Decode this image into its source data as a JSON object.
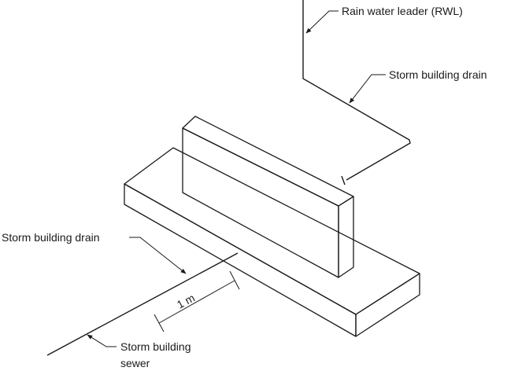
{
  "labels": {
    "rwl": "Rain water leader (RWL)",
    "storm_drain_upper": "Storm building drain",
    "storm_drain_lower": "Storm building drain",
    "sewer_line1": "Storm building",
    "sewer_line2": "sewer",
    "dimension": "1 m"
  },
  "colors": {
    "line": "#1a1a1a",
    "concrete_base": "#ffffff",
    "speckle": "#111111"
  },
  "icons": [
    "arrowhead-icon"
  ]
}
